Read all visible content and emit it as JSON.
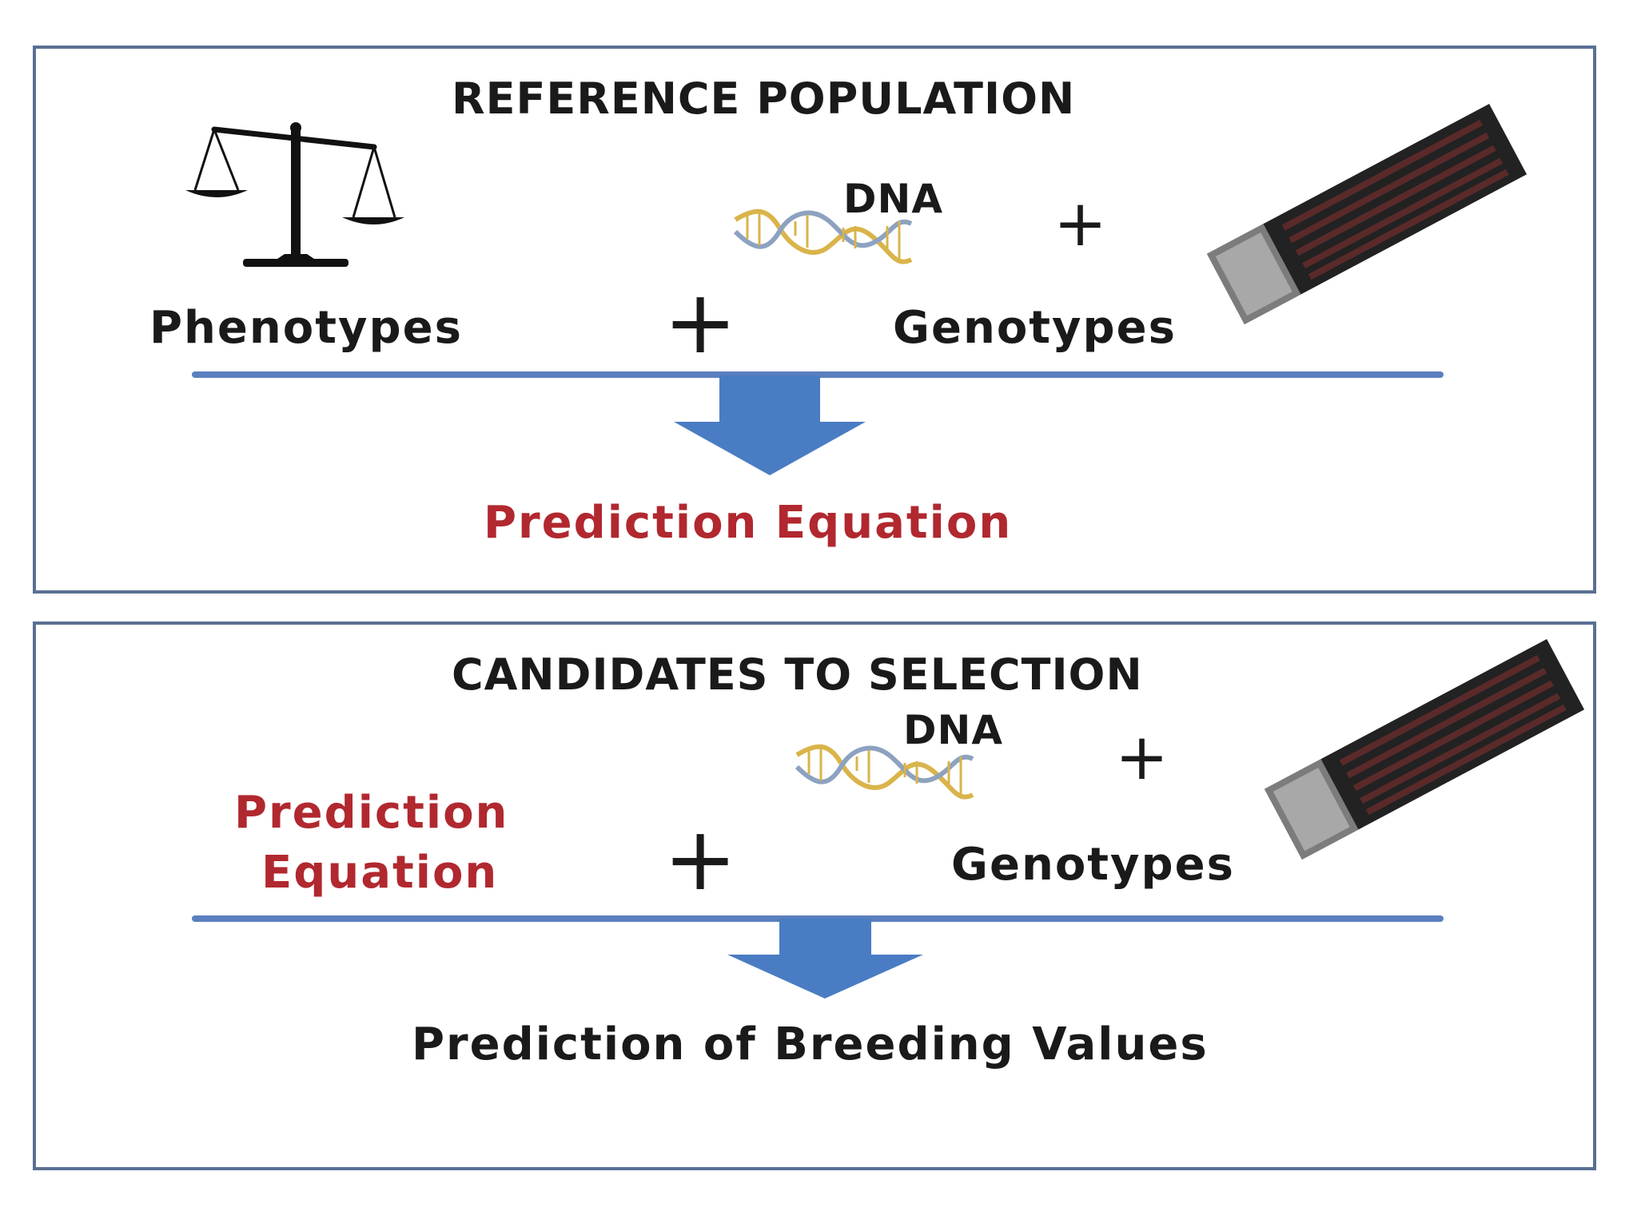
{
  "colors": {
    "border": "#5a6f93",
    "rule": "#5b7fbf",
    "arrow": "#4a7cc4",
    "accent_red": "#b1282f",
    "text": "#1a1a1a"
  },
  "reference": {
    "heading": "REFERENCE POPULATION",
    "dna_label": "DNA",
    "phenotypes_label": "Phenotypes",
    "genotypes_label": "Genotypes",
    "plus": "+",
    "result": "Prediction Equation",
    "icons": [
      "balance-scale-icon",
      "dna-helix-icon",
      "snp-chip-icon",
      "down-arrow-icon"
    ]
  },
  "candidates": {
    "heading": "CANDIDATES TO SELECTION",
    "dna_label": "DNA",
    "equation_line1": "Prediction",
    "equation_line2": "Equation",
    "genotypes_label": "Genotypes",
    "plus": "+",
    "result": "Prediction of Breeding Values",
    "icons": [
      "dna-helix-icon",
      "snp-chip-icon",
      "down-arrow-icon"
    ]
  }
}
